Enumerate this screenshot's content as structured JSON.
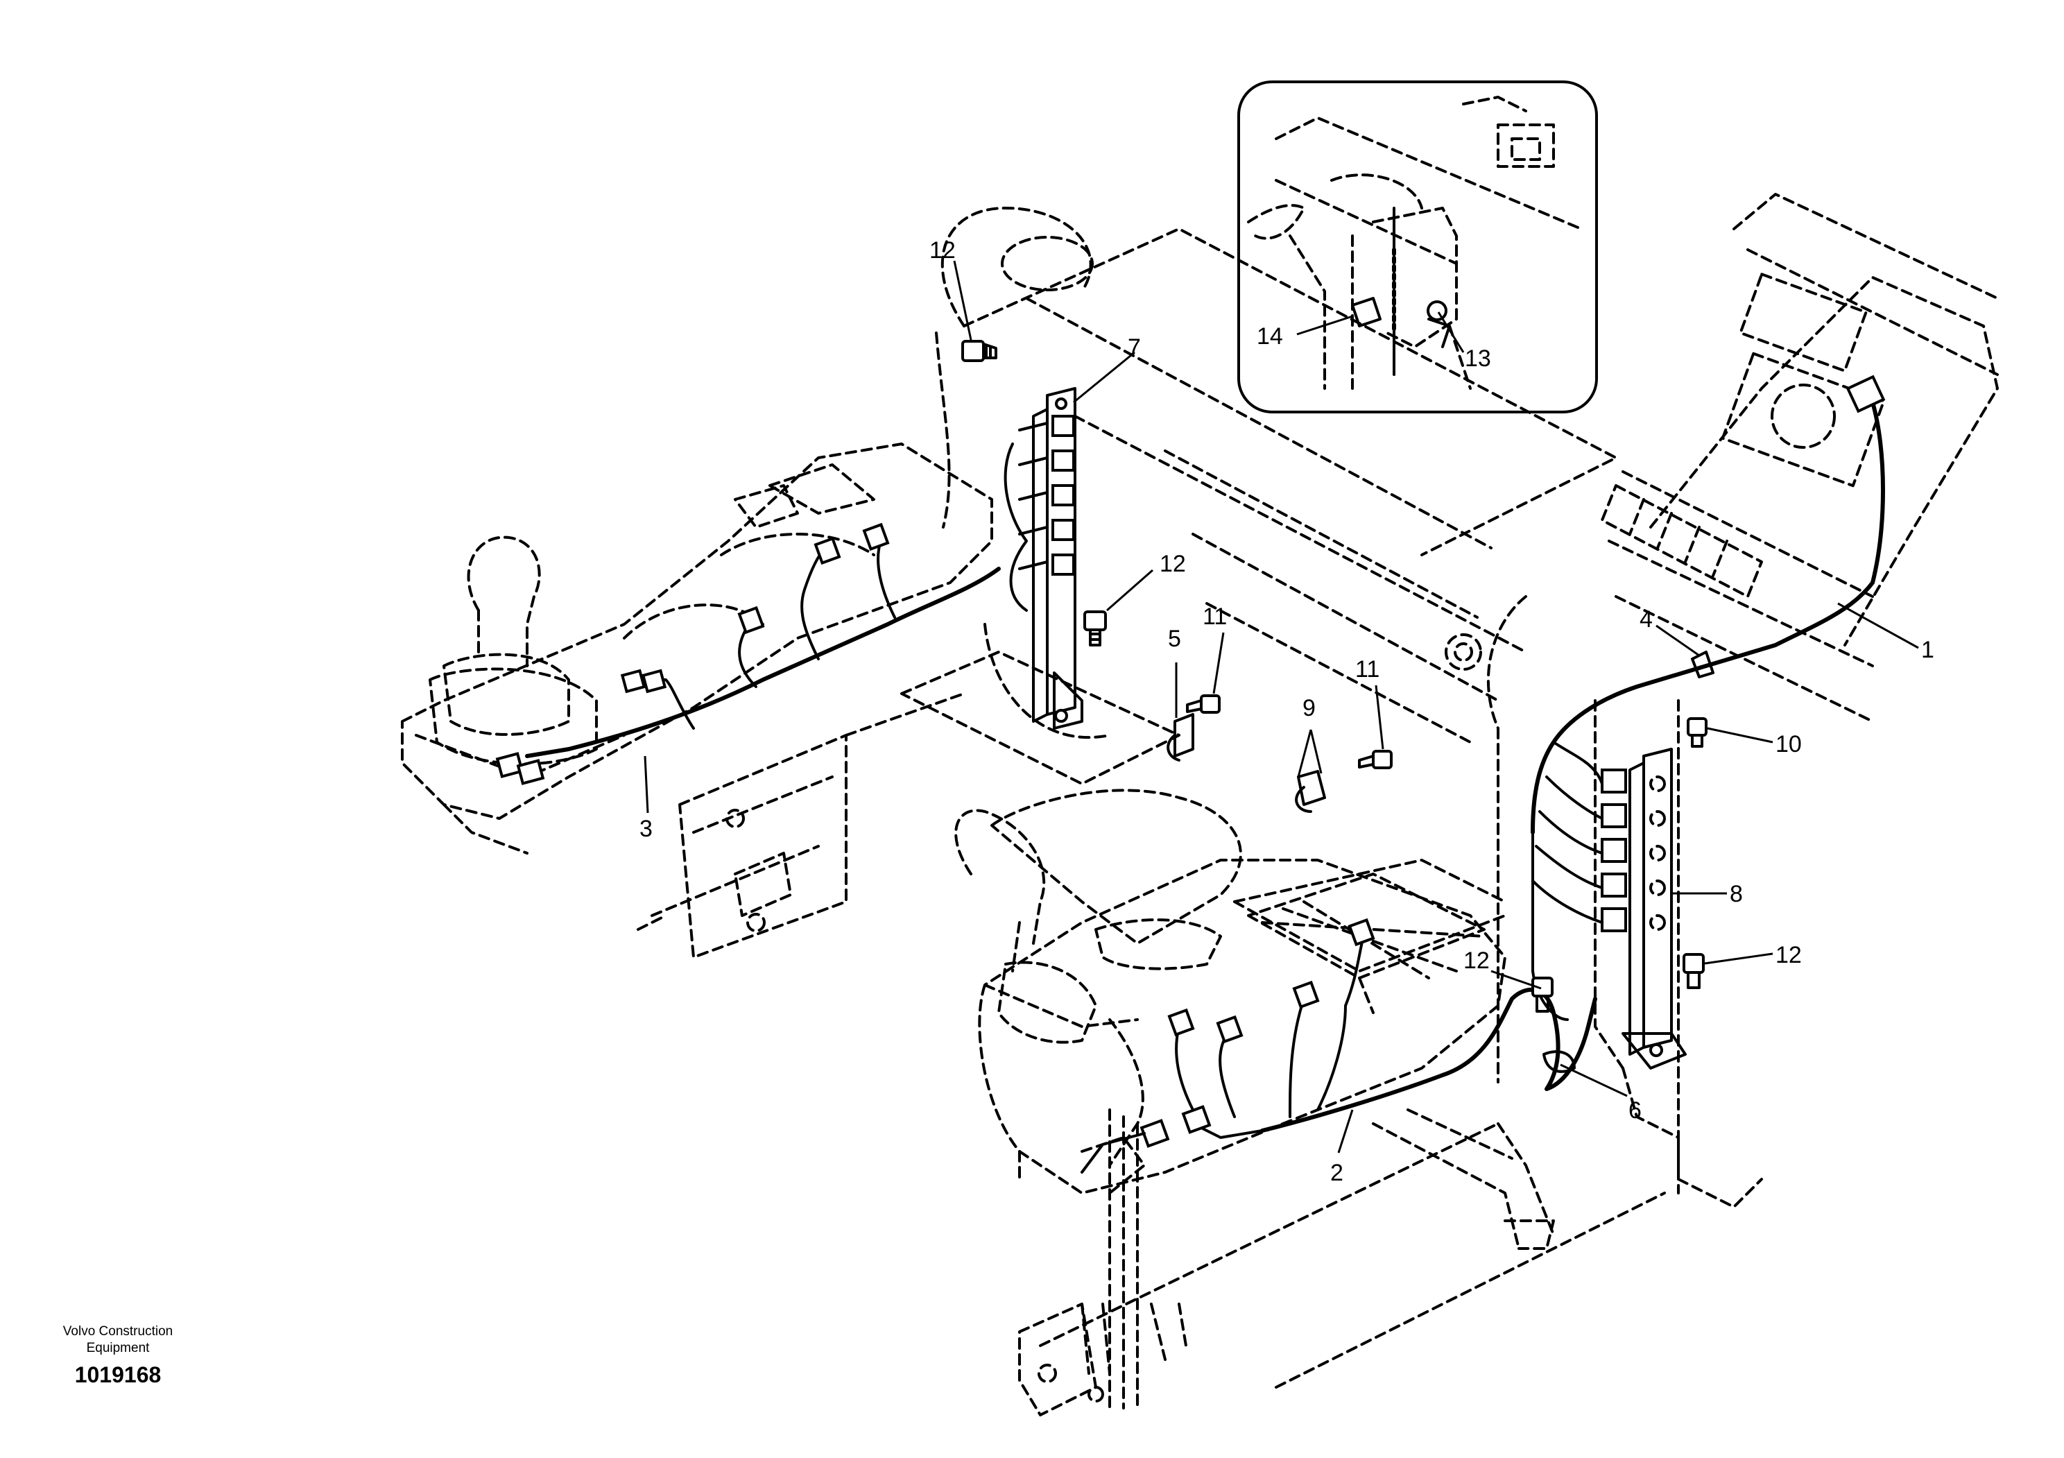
{
  "callouts": {
    "c1": "1",
    "c2": "2",
    "c3": "3",
    "c4": "4",
    "c5": "5",
    "c6": "6",
    "c7": "7",
    "c8": "8",
    "c9": "9",
    "c10": "10",
    "c11a": "11",
    "c11b": "11",
    "c12a": "12",
    "c12b": "12",
    "c12c": "12",
    "c12d": "12",
    "c13": "13",
    "c14": "14"
  },
  "caption": {
    "brand": "Volvo Construction\nEquipment",
    "document_number": "1019168"
  }
}
